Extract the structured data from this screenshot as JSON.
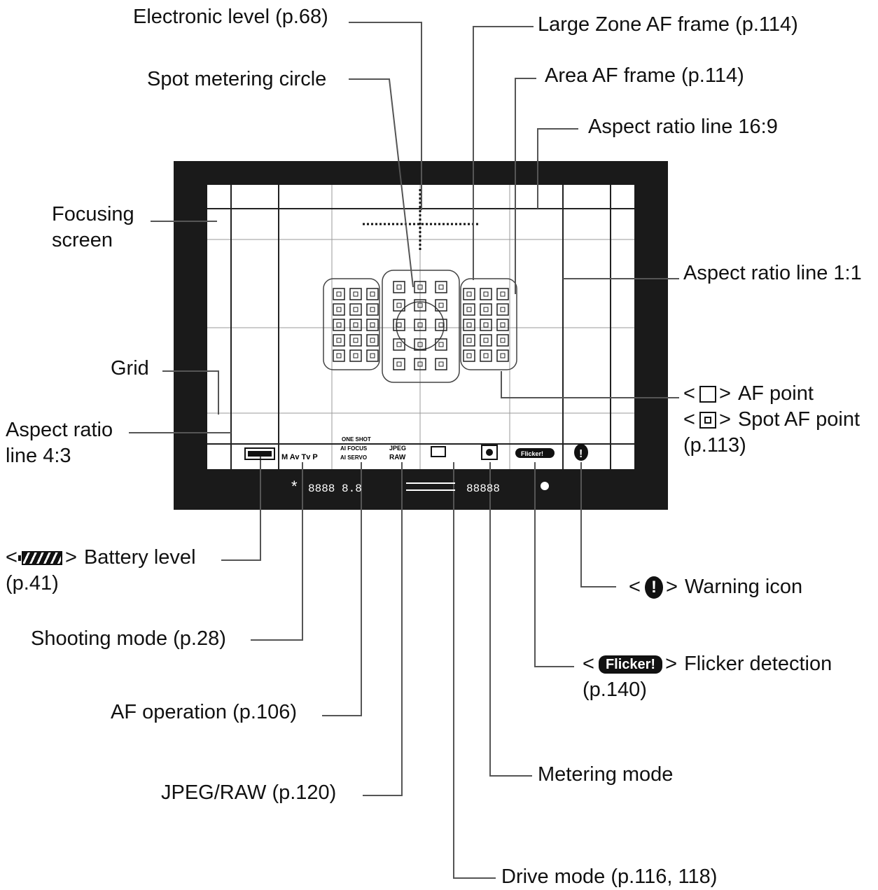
{
  "labels": {
    "electronic_level": "Electronic level (p.68)",
    "spot_metering_circle": "Spot metering circle",
    "large_zone_af": "Large Zone AF frame (p.114)",
    "area_af": "Area AF frame (p.114)",
    "aspect_16_9": "Aspect ratio line 16:9",
    "focusing_screen_1": "Focusing",
    "focusing_screen_2": "screen",
    "aspect_1_1": "Aspect ratio line 1:1",
    "grid": "Grid",
    "aspect_4_3_1": "Aspect ratio",
    "aspect_4_3_2": "line 4:3",
    "af_point": "AF point",
    "spot_af_point": "Spot AF point",
    "spot_af_page": "(p.113)",
    "battery_level": "Battery level",
    "battery_page": "(p.41)",
    "warning_icon": "Warning icon",
    "shooting_mode": "Shooting mode (p.28)",
    "flicker_detection": "Flicker detection",
    "flicker_page": "(p.140)",
    "flicker_badge": "Flicker!",
    "af_operation": "AF operation (p.106)",
    "metering_mode": "Metering mode",
    "jpeg_raw": "JPEG/RAW (p.120)",
    "drive_mode": "Drive mode (p.116, 118)"
  },
  "viewfinder": {
    "shooting_modes": "M Av Tv P",
    "af_ops_1": "ONE SHOT",
    "af_ops_2": "AI FOCUS",
    "af_ops_3": "AI SERVO",
    "quality_1": "JPEG",
    "quality_2": "RAW",
    "flicker": "Flicker!",
    "warning": "!",
    "exposure_readout": "8888 8.8",
    "iso_readout": "88888"
  },
  "colors": {
    "frame": "#1a1a1a",
    "screen": "#ffffff",
    "line": "#333333",
    "grid": "#9a9a9a"
  }
}
